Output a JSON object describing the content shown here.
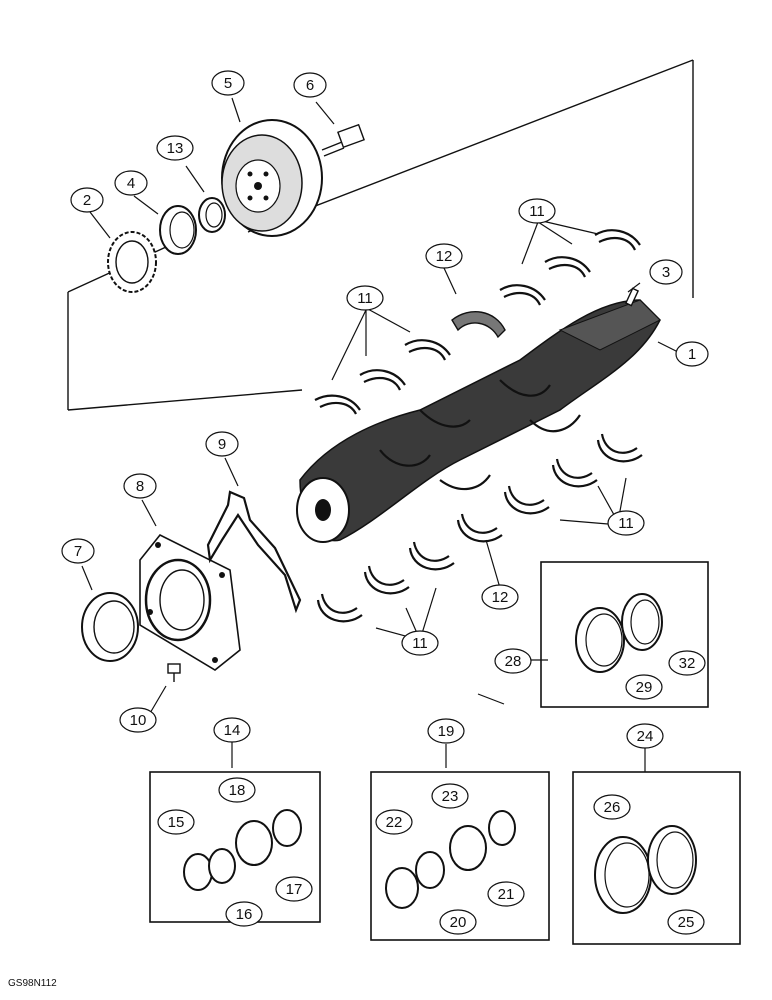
{
  "figure_code": "GS98N112",
  "callouts": {
    "c1": "1",
    "c2": "2",
    "c3": "3",
    "c4": "4",
    "c5": "5",
    "c6": "6",
    "c7": "7",
    "c8": "8",
    "c9": "9",
    "c10": "10",
    "c11a": "11",
    "c11b": "11",
    "c11c": "11",
    "c11d": "11",
    "c12a": "12",
    "c12b": "12",
    "c13": "13",
    "c14": "14",
    "c15": "15",
    "c16": "16",
    "c17": "17",
    "c18": "18",
    "c19": "19",
    "c20": "20",
    "c21": "21",
    "c22": "22",
    "c23": "23",
    "c24": "24",
    "c25": "25",
    "c26": "26",
    "c28": "28",
    "c29": "29",
    "c32": "32"
  }
}
